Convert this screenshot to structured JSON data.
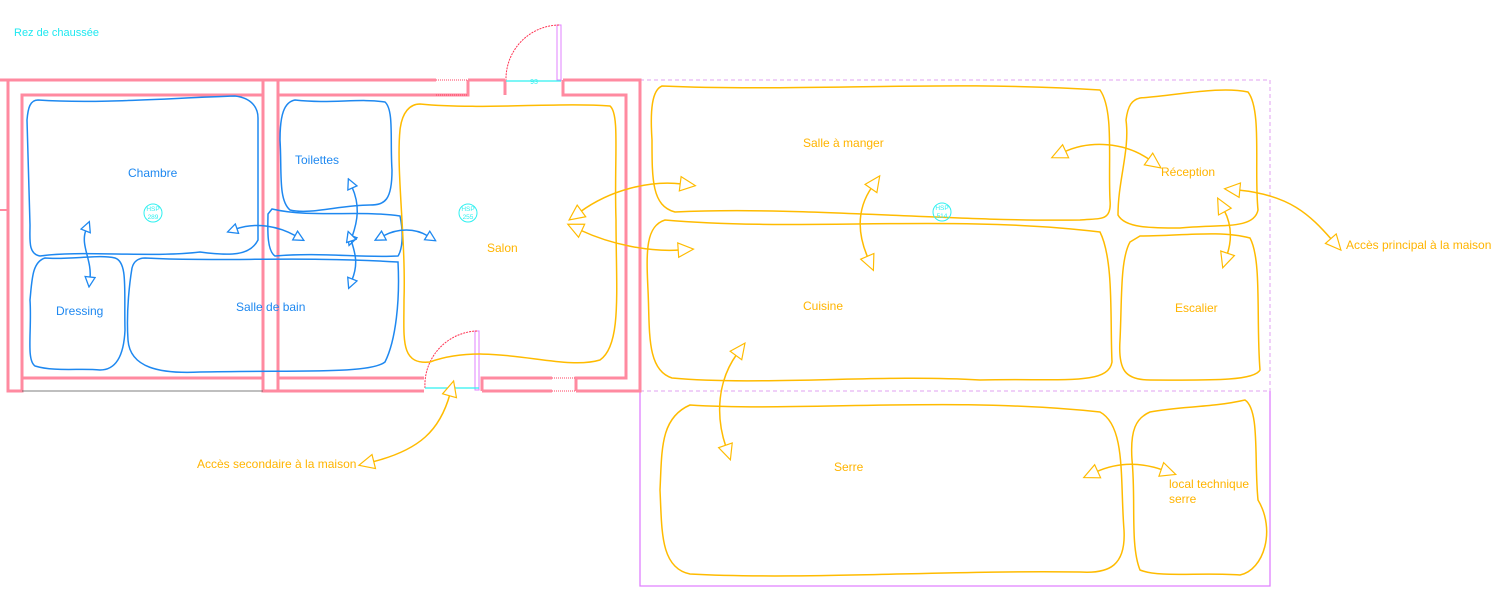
{
  "title": "Rez de chaussée",
  "rooms": {
    "chambre": "Chambre",
    "dressing": "Dressing",
    "salle_de_bain": "Salle de bain",
    "toilettes": "Toilettes",
    "salon": "Salon",
    "salle_a_manger": "Salle à manger",
    "reception": "Réception",
    "cuisine": "Cuisine",
    "escalier": "Escalier",
    "serre": "Serre",
    "local_technique_line1": "local technique",
    "local_technique_line2": "serre"
  },
  "annotations": {
    "acces_principal": "Accès principal à la maison",
    "acces_secondaire": "Accès secondaire à la maison"
  },
  "hsp_markers": [
    {
      "label": "HSP",
      "value": "289"
    },
    {
      "label": "HSP",
      "value": "255"
    },
    {
      "label": "HSP",
      "value": "514"
    }
  ],
  "doors": [
    {
      "width": "93"
    },
    {
      "width": "93"
    }
  ],
  "colors": {
    "wall": "#ff8aa0",
    "private_zone": "#1e88f0",
    "living_zone": "#ffbb00",
    "marker": "#2ff0f0",
    "extension": "#e080ff"
  }
}
